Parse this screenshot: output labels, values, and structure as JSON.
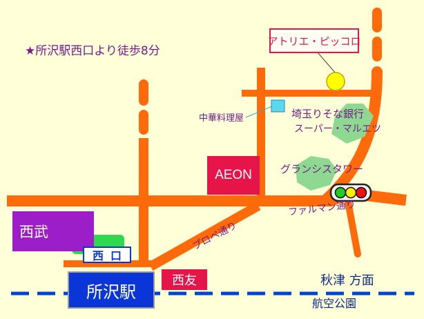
{
  "directions": "★所沢駅西口より徒歩8分",
  "places": {
    "atelier": "アトリエ・ピッコロ",
    "chinese_restaurant": "中華料理屋",
    "bank": "埼玉りそな銀行",
    "supermarket": "スーパー・マルエツ",
    "aeon": "AEON",
    "grancis_tower": "グランシスタワー",
    "seibu": "西武",
    "west_exit": "西口",
    "station": "所沢駅",
    "seiyu": "西友"
  },
  "streets": {
    "farman": "ファルマン通り",
    "prope": "プロペ通り"
  },
  "destinations": {
    "akitsu": "秋津 方面",
    "koku_park": "航空公園"
  },
  "colors": {
    "background": "#ffffd8",
    "road": "#ff6a0a",
    "rail": "#0044d6",
    "seibu": "#9c1ec8",
    "station": "#0a36d8",
    "red_box": "#e5154a",
    "green_area": "#8ed992",
    "park_green": "#2fd84c",
    "text_purple": "#7a1a8a",
    "atelier_text": "#e5154a",
    "marker": "#ffff00"
  },
  "icons": {
    "atelier_marker": "yellow-circle",
    "traffic_light": "traffic-light-icon",
    "restaurant_marker": "cyan-square"
  }
}
